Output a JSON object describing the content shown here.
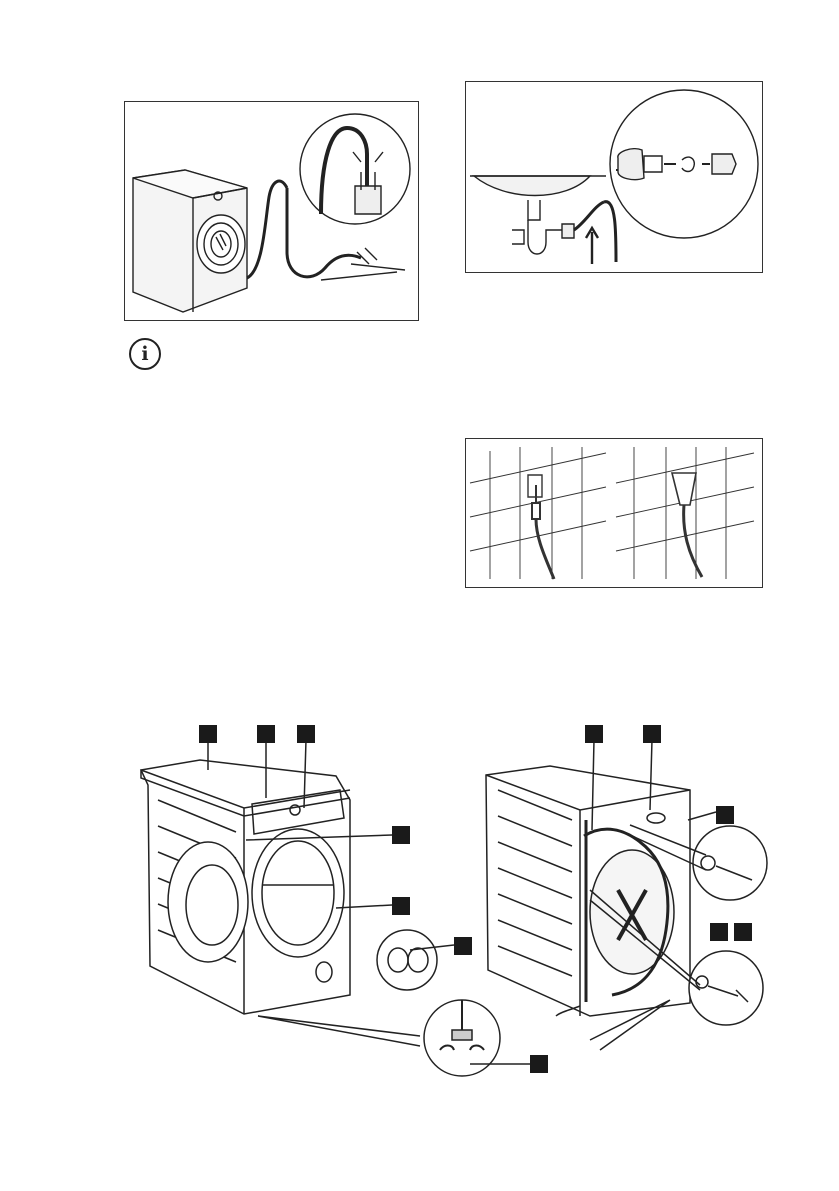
{
  "page": {
    "figures": [
      {
        "id": "drain-hose-standpipe",
        "icon": "drain-hose-standpipe-drawing"
      },
      {
        "id": "sink-trap-connection",
        "icon": "sink-trap-connection-drawing"
      },
      {
        "id": "wall-drain-fittings",
        "icon": "wall-drain-fittings-drawing"
      },
      {
        "id": "appliance-overview",
        "icon": "appliance-overview-drawing"
      }
    ],
    "info_note": {
      "icon": "info-icon",
      "symbol": "i"
    },
    "callout_marker_color": "#1a1a1a"
  }
}
